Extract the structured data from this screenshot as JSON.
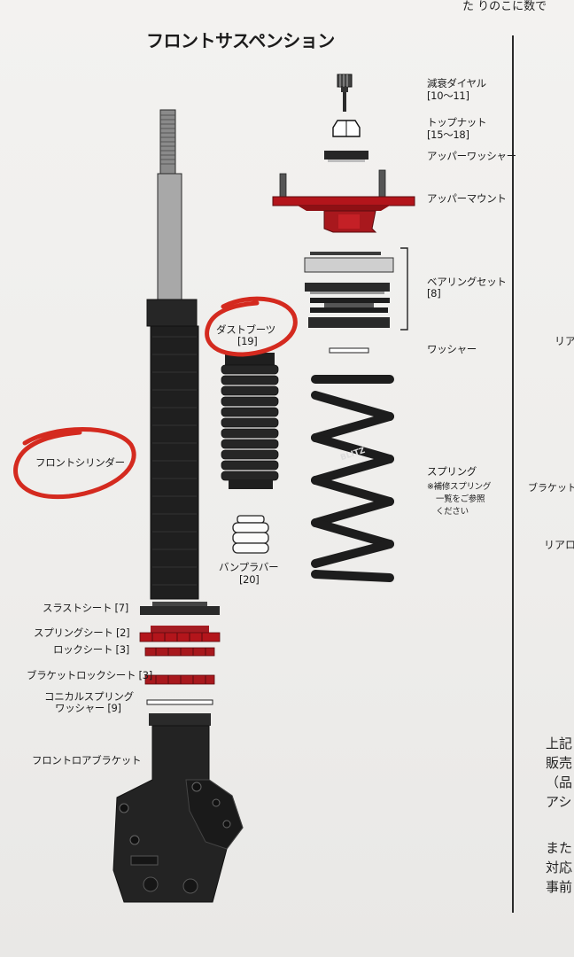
{
  "page_title": "フロントサスペンション",
  "top_cut_text": "た りのこに数で",
  "colors": {
    "accent_red": "#b3151b",
    "annotation_red": "#d42a1f",
    "part_dark": "#1d1d1d"
  },
  "parts": {
    "damping_dial": {
      "name": "減衰ダイヤル",
      "ref": "[10〜11]"
    },
    "top_nut": {
      "name": "トップナット",
      "ref": "[15〜18]"
    },
    "upper_washer": {
      "name": "アッパーワッシャー"
    },
    "upper_mount": {
      "name": "アッパーマウント"
    },
    "bearing_set": {
      "name": "ベアリングセット",
      "ref": "[8]"
    },
    "washer": {
      "name": "ワッシャー"
    },
    "spring": {
      "name": "スプリング",
      "note1": "※補修スプリング",
      "note2": "一覧をご参照",
      "note3": "ください",
      "brand": "BLITZ"
    },
    "dust_boot": {
      "name": "ダストブーツ",
      "ref": "[19]"
    },
    "bump_rubber": {
      "name": "バンプラバー",
      "ref": "[20]"
    },
    "front_cylinder": {
      "name": "フロントシリンダー"
    },
    "thrust_sheet": {
      "name": "スラストシート [7]"
    },
    "spring_seat": {
      "name": "スプリングシート [2]"
    },
    "lock_seat": {
      "name": "ロックシート [3]"
    },
    "bracket_lock_seat": {
      "name": "ブラケットロックシート [3]"
    },
    "conical_washer": {
      "line1": "コニカルスプリング",
      "line2": "ワッシャー [9]"
    },
    "front_lower_bracket": {
      "name": "フロントロアブラケット"
    }
  },
  "right_edge": {
    "a": "リア",
    "b": "ブラケットロ",
    "c": "リアロ",
    "text_lines": [
      "上記",
      "販売",
      "（品",
      "アシ"
    ],
    "text_lines2": [
      "また",
      "対応",
      "事前"
    ]
  }
}
